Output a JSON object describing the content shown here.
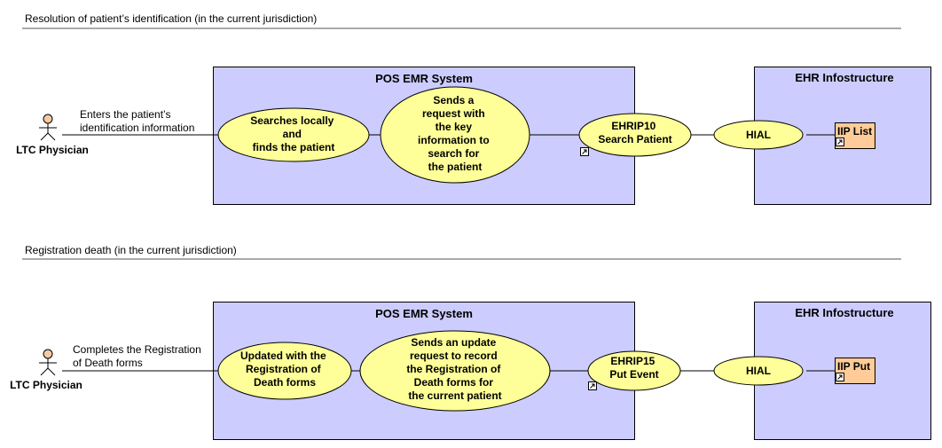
{
  "colors": {
    "system_fill": "#ccccff",
    "usecase_fill": "#ffff99",
    "artifact_fill": "#ffcc99",
    "actor_fill": "#f5c9a4",
    "line": "#000000"
  },
  "sections": [
    {
      "title": "Resolution of patient’s identification (in the current jurisdiction)",
      "actor": "LTC Physician",
      "association_label": [
        "Enters the patient’s",
        "identification information"
      ],
      "pos_system": "POS EMR System",
      "ehr_system": "EHR Infostructure",
      "usecases": [
        [
          "Searches locally",
          "and",
          "finds the patient"
        ],
        [
          "Sends a",
          "request with",
          "the key",
          "information to",
          "search for",
          "the patient"
        ],
        [
          "EHRIP10",
          "Search Patient"
        ],
        [
          "HIAL"
        ]
      ],
      "artifact": "IIP List"
    },
    {
      "title": "Registration death (in the current jurisdiction)",
      "actor": "LTC Physician",
      "association_label": [
        "Completes the Registration",
        "of Death forms"
      ],
      "pos_system": "POS EMR System",
      "ehr_system": "EHR Infostructure",
      "usecases": [
        [
          "Updated with the",
          "Registration of",
          "Death forms"
        ],
        [
          "Sends an update",
          "request to record",
          "the Registration of",
          "Death forms for",
          "the current patient"
        ],
        [
          "EHRIP15",
          "Put Event"
        ],
        [
          "HIAL"
        ]
      ],
      "artifact": "IIP Put"
    }
  ]
}
